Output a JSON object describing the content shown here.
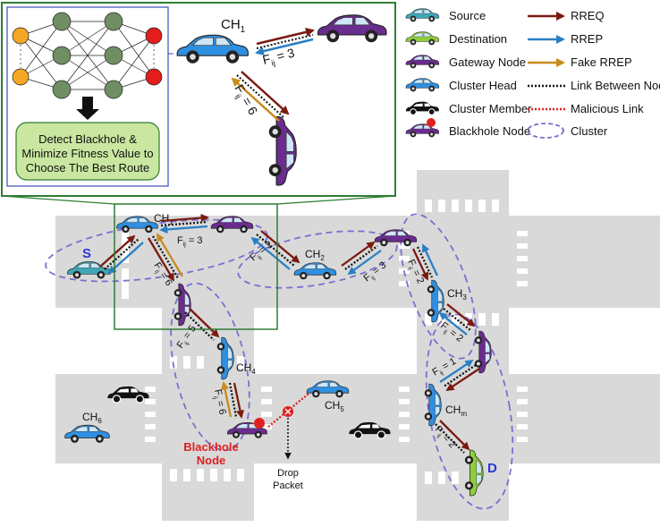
{
  "legend": {
    "vehicles": [
      {
        "label": "Source",
        "icon": "source-car-icon",
        "color": "#3fa7b6"
      },
      {
        "label": "Destination",
        "icon": "destination-car-icon",
        "color": "#8fce3a"
      },
      {
        "label": "Gateway Node",
        "icon": "gateway-car-icon",
        "color": "#6a2c8e"
      },
      {
        "label": "Cluster Head",
        "icon": "cluster-head-car-icon",
        "color": "#2f8fe0"
      },
      {
        "label": "Cluster Member",
        "icon": "cluster-member-car-icon",
        "color": "#000000"
      },
      {
        "label": "Blackhole Node",
        "icon": "blackhole-car-icon",
        "color": "#6a2c8e"
      }
    ],
    "links": [
      {
        "label": "RREQ",
        "icon": "rreq-arrow-icon",
        "color": "#7a1a10"
      },
      {
        "label": "RREP",
        "icon": "rrep-arrow-icon",
        "color": "#2a7fc4"
      },
      {
        "label": "Fake RREP",
        "icon": "fake-rrep-arrow-icon",
        "color": "#c98a1e"
      },
      {
        "label": "Link Between Node",
        "icon": "link-dotted-icon",
        "color": "#000000"
      },
      {
        "label": "Malicious Link",
        "icon": "malicious-link-icon",
        "color": "#e02020"
      },
      {
        "label": "Cluster",
        "icon": "cluster-ellipse-icon",
        "color": "#7b6fd0"
      }
    ]
  },
  "inset": {
    "box_text": [
      "Detect Blackhole &",
      "Minimize Fitness Value to",
      "Choose The Best Route"
    ],
    "ch_label": "CH",
    "ch_sub": "1",
    "fij_3": "F",
    "fij_sub": "ij",
    "val3": " = 3",
    "val6": " = 6"
  },
  "map": {
    "source": "S",
    "destination": "D",
    "blackhole": [
      "Blackhole",
      "Node"
    ],
    "drop": [
      "Drop",
      "Packet"
    ],
    "ch": {
      "prefix": "CH",
      "subs": [
        "1",
        "2",
        "3",
        "4",
        "5",
        "6",
        "m"
      ]
    },
    "fij": {
      "prefix": "F",
      "sub": "ij",
      "vals": [
        " = 3",
        " = 6",
        " = 2",
        " = 3",
        " = 5",
        " = 2",
        " = 2",
        " = 1",
        " = 6",
        " = 2"
      ]
    }
  },
  "colors": {
    "road": "#d9d9d9",
    "inset_border": "#2e7d32",
    "nn_border": "#3a4db8",
    "box_fill": "#c9e7a0",
    "cluster": "#7b6fd0"
  }
}
